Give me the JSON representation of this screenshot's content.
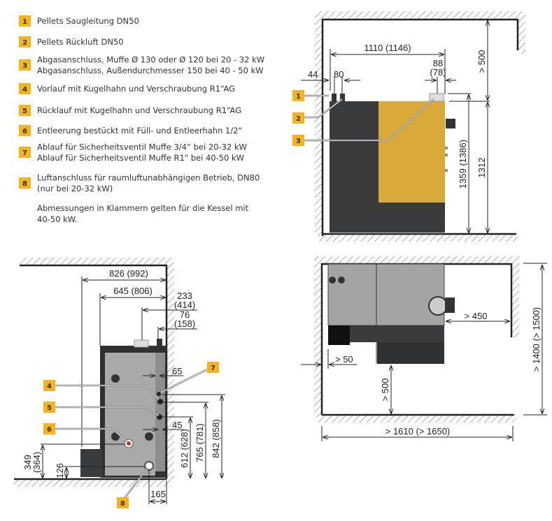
{
  "badge_color": "#f5b41e",
  "legend": [
    {
      "n": "1",
      "lines": [
        "Pellets Saugleitung DN50"
      ]
    },
    {
      "n": "2",
      "lines": [
        "Pellets Rückluft DN50"
      ]
    },
    {
      "n": "3",
      "lines": [
        "Abgasanschluss, Muffe Ø 130 oder Ø 120 bei 20 - 32 kW",
        "Abgasanschluss, Außendurchmesser 150 bei 40 - 50 kW"
      ]
    },
    {
      "n": "4",
      "lines": [
        "Vorlauf mit Kugelhahn und Verschraubung R1“AG"
      ]
    },
    {
      "n": "5",
      "lines": [
        "Rücklauf mit Kugelhahn und Verschraubung R1“AG"
      ]
    },
    {
      "n": "6",
      "lines": [
        "Entleerung bestückt mit Füll- und Entleerhahn 1/2\""
      ]
    },
    {
      "n": "7",
      "lines": [
        "Ablauf für Sicherheitsventil Muffe 3/4“ bei 20-32 kW",
        "Ablauf für Sicherheitsventil Muffe R1\" bei 40-50 kW"
      ]
    },
    {
      "n": "8",
      "lines": [
        "Luftanschluss für raumluftunabhängigen Betrieb, DN80",
        "(nur bei 20-32 kW)"
      ]
    }
  ],
  "note": [
    "Abmessungen in Klammern gelten für die Kessel mit",
    "40-50 kW."
  ],
  "side_view": {
    "width": "1110 (1146)",
    "d44": "44",
    "d80": "80",
    "d88": "88",
    "d78": "(78)",
    "top_clear": "> 500",
    "h1359": "1359 (1386)",
    "h1312": "1312"
  },
  "front_view": {
    "d826": "826 (992)",
    "d645": "645 (806)",
    "d233": "233",
    "d414": "(414)",
    "d76": "76",
    "d158": "(158)",
    "d65": "65",
    "d45": "45",
    "h842": "842 (858)",
    "h765": "765 (781)",
    "h612": "612 (628)",
    "h349": "349",
    "h364": "(364)",
    "h126": "126",
    "d165": "165"
  },
  "top_view": {
    "d450": "> 450",
    "d50": "> 50",
    "d500": "> 500",
    "d1400": "> 1400 (> 1500)",
    "d1610": "> 1610 (> 1650)"
  }
}
